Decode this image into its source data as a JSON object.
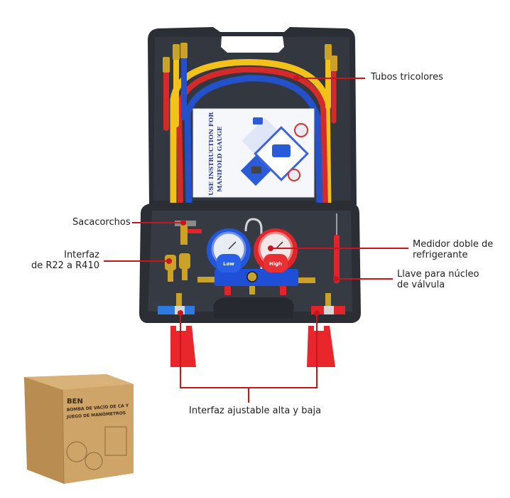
{
  "product": {
    "name": "Manifold gauge kit in carrying case",
    "accent_color": "#c8161d"
  },
  "callouts": [
    {
      "id": "tubes",
      "text": "Tubos tricolores"
    },
    {
      "id": "corkscrew",
      "text": "Sacacorchos"
    },
    {
      "id": "r22-r410",
      "line1": "Interfaz",
      "line2": "de R22 a R410"
    },
    {
      "id": "dual-gauge",
      "line1": "Medidor doble de",
      "line2": "refrigerante"
    },
    {
      "id": "core-tool",
      "line1": "Llave para núcleo",
      "line2": "de válvula"
    },
    {
      "id": "adjustable",
      "text": "Interfaz ajustable alta y baja"
    }
  ],
  "manual": {
    "title_line1": "USE INSTRUCTION FOR",
    "title_line2": "MANIFOLD GAUGE"
  },
  "gauges": {
    "low_label": "Low",
    "high_label": "High",
    "low_color": "#1f4fd6",
    "high_color": "#e0242a"
  },
  "box": {
    "brand": "BEN",
    "title_line1": "BOMBA DE VACÍO DE CA Y",
    "title_line2": "JUEGO DE MANÓMETROS"
  }
}
